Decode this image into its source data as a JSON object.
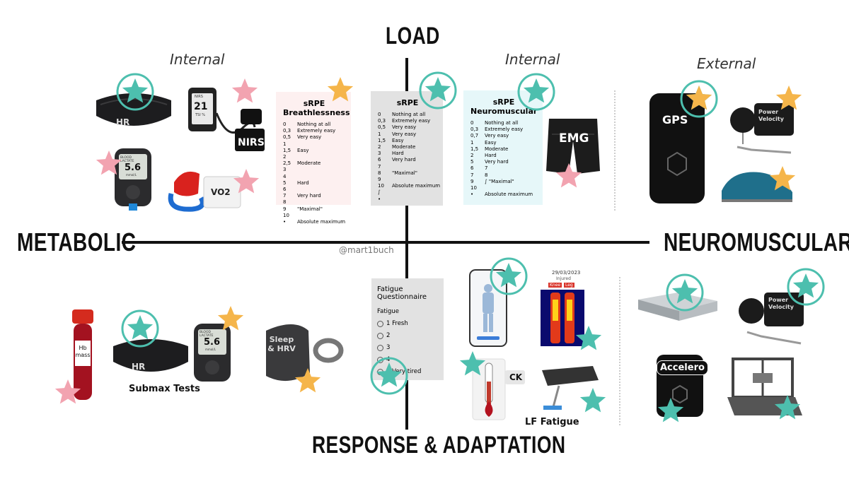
{
  "axes": {
    "top": "LOAD",
    "bottom": "RESPONSE & ADAPTATION",
    "left": "METABOLIC",
    "right": "NEUROMUSCULAR"
  },
  "credit": "@mart1buch",
  "sections": {
    "internal_left": "Internal",
    "internal_right": "Internal",
    "external": "External"
  },
  "devices": {
    "hr_top": "HR",
    "nirs_screen_top": "NIRS",
    "nirs_value": "21",
    "nirs_unit": "TSI %",
    "nirs_label": "NIRS",
    "lactate_screen_top": "BLOOD LACTATE",
    "lactate_value": "5.6",
    "lactate_unit": "mmol/L",
    "vo2": "VO2",
    "emg": "EMG",
    "gps": "GPS",
    "power_velocity_top": "Power Velocity",
    "hb_mass": "Hb mass",
    "hr_bottom": "HR",
    "lactate2_screen_top": "BLOOD LACTATE",
    "lactate2_value": "5.6",
    "lactate2_unit": "mmol/L",
    "submax_tests": "Submax Tests",
    "sleep_hrv": "Sleep & HRV",
    "thermo_date": "29/03/2023",
    "thermo_subtitle": "Injured",
    "thermo_tag1": "Knee",
    "thermo_tag2": "Leg",
    "ck": "CK",
    "lf_fatigue": "LF Fatigue",
    "power_velocity_bottom": "Power Velocity",
    "accelero": "Accelero"
  },
  "srpe_breath": {
    "title": "sRPE Breathlessness",
    "rows": [
      {
        "n": "0",
        "t": "Nothing at all"
      },
      {
        "n": "0,3",
        "t": "Extremely easy"
      },
      {
        "n": "0,5",
        "t": "Very easy"
      },
      {
        "n": "1",
        "t": ""
      },
      {
        "n": "1,5",
        "t": "Easy"
      },
      {
        "n": "2",
        "t": ""
      },
      {
        "n": "2,5",
        "t": "Moderate"
      },
      {
        "n": "3",
        "t": ""
      },
      {
        "n": "4",
        "t": ""
      },
      {
        "n": "5",
        "t": "Hard"
      },
      {
        "n": "6",
        "t": ""
      },
      {
        "n": "7",
        "t": "Very hard"
      },
      {
        "n": "8",
        "t": ""
      },
      {
        "n": "9",
        "t": "\"Maximal\""
      },
      {
        "n": "10",
        "t": ""
      },
      {
        "n": "•",
        "t": "Absolute maximum"
      }
    ]
  },
  "srpe": {
    "title": "sRPE",
    "rows": [
      {
        "n": "0",
        "t": "Nothing at all"
      },
      {
        "n": "0,3",
        "t": "Extremely easy"
      },
      {
        "n": "0,5",
        "t": "Very easy"
      },
      {
        "n": "1",
        "t": "Very easy"
      },
      {
        "n": "1,5",
        "t": "Easy"
      },
      {
        "n": "2",
        "t": "Moderate"
      },
      {
        "n": "3",
        "t": "Hard"
      },
      {
        "n": "6",
        "t": "Very hard"
      },
      {
        "n": "7",
        "t": ""
      },
      {
        "n": "8",
        "t": "\"Maximal\""
      },
      {
        "n": "9",
        "t": ""
      },
      {
        "n": "10",
        "t": "Absolute maximum"
      },
      {
        "n": "∫",
        "t": ""
      },
      {
        "n": "•",
        "t": ""
      }
    ]
  },
  "srpe_neuro": {
    "title": "sRPE Neuromuscular",
    "rows": [
      {
        "n": "0",
        "t": "Nothing at all"
      },
      {
        "n": "0,3",
        "t": "Extremely easy"
      },
      {
        "n": "0,7",
        "t": "Very easy"
      },
      {
        "n": "1",
        "t": "Easy"
      },
      {
        "n": "1,5",
        "t": "Moderate"
      },
      {
        "n": "2",
        "t": "Hard"
      },
      {
        "n": "5",
        "t": "Very hard"
      },
      {
        "n": "6",
        "t": "7"
      },
      {
        "n": "7",
        "t": "8"
      },
      {
        "n": "9",
        "t": "∫   \"Maximal\""
      },
      {
        "n": "10",
        "t": ""
      },
      {
        "n": "•",
        "t": "Absolute maximum"
      }
    ]
  },
  "questionnaire": {
    "title": "Fatigue Questionnaire",
    "question": "Fatigue",
    "options": [
      "1 Fresh",
      "2",
      "3",
      "4",
      "5 Very tired"
    ]
  },
  "colors": {
    "teal": "#4DBFAE",
    "pink": "#F2A3B0",
    "orange": "#F5B54A",
    "pink_card": "#FDF0F0",
    "grey_card": "#E2E2E2",
    "blue_card": "#E6F7F9",
    "axis": "#111111"
  }
}
